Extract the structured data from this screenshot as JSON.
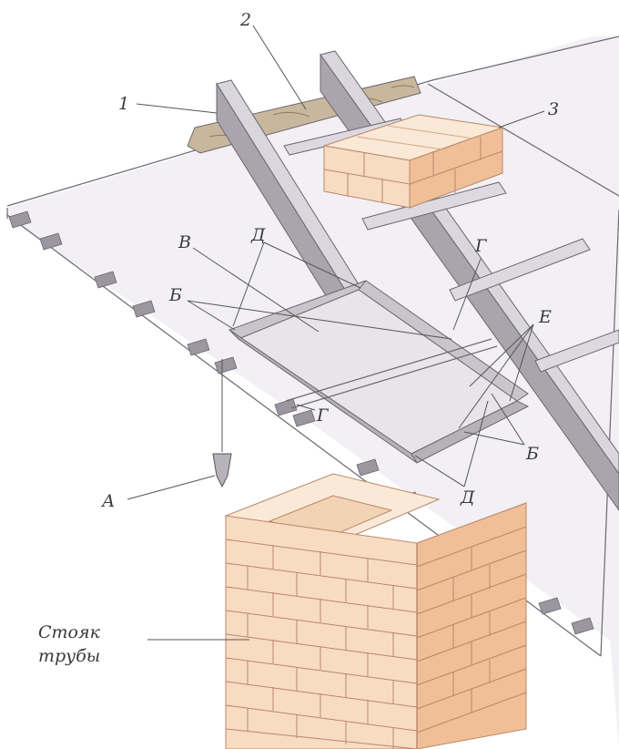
{
  "labels": {
    "n1": "1",
    "n2": "2",
    "n3": "3",
    "A": "А",
    "B": "Б",
    "B2": "Б",
    "V": "В",
    "G": "Г",
    "G2": "Г",
    "D": "Д",
    "D2": "Д",
    "E": "Е",
    "caption_line1": "Стояк",
    "caption_line2": "трубы"
  },
  "colors": {
    "roof": "#f2f0f4",
    "roof_edge": "#6b6770",
    "rail": "#d9d6dd",
    "rail_shadow": "#a9a4ae",
    "brick_face": "#f7dcc2",
    "brick_top": "#fae9d6",
    "brick_side": "#efbf98",
    "mortar": "#b9876a",
    "timber": "#c9b79d",
    "plumb": "#b8b3bb"
  }
}
